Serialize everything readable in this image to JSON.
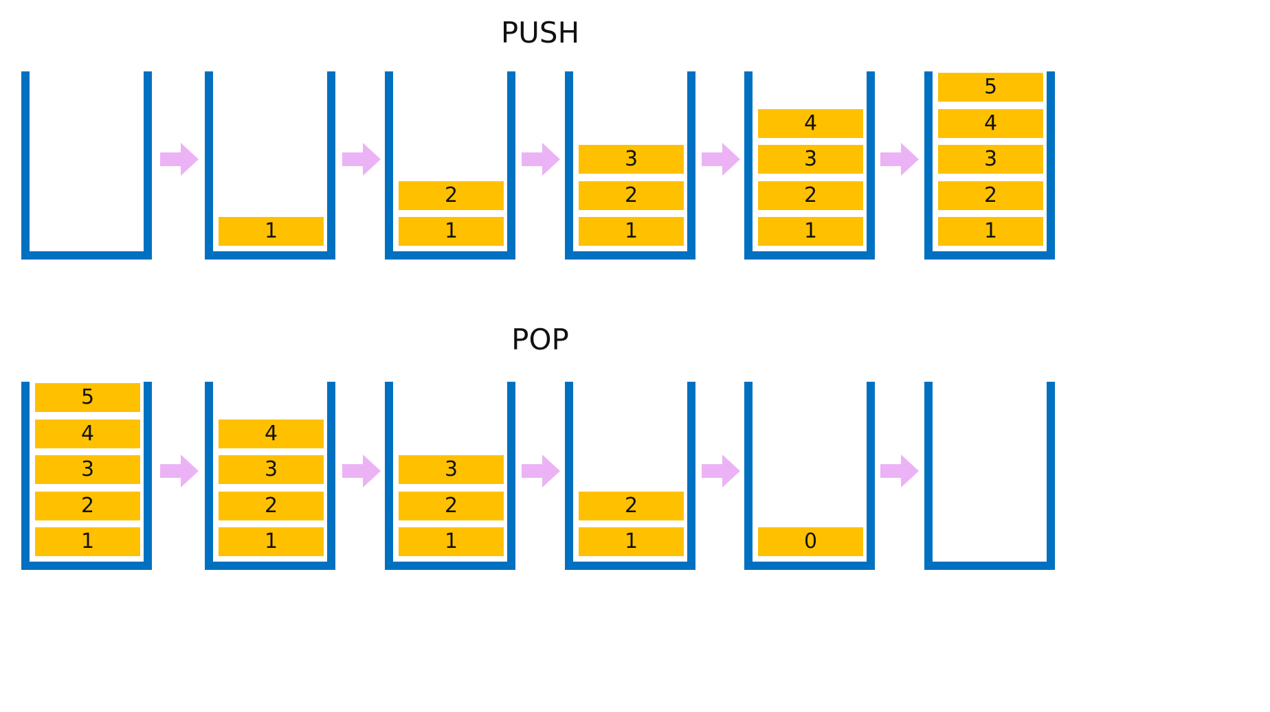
{
  "push": {
    "title": "PUSH",
    "stacks": [
      [],
      [
        "1"
      ],
      [
        "1",
        "2"
      ],
      [
        "1",
        "2",
        "3"
      ],
      [
        "1",
        "2",
        "3",
        "4"
      ],
      [
        "1",
        "2",
        "3",
        "4",
        "5"
      ]
    ]
  },
  "pop": {
    "title": "POP",
    "stacks": [
      [
        "1",
        "2",
        "3",
        "4",
        "5"
      ],
      [
        "1",
        "2",
        "3",
        "4"
      ],
      [
        "1",
        "2",
        "3"
      ],
      [
        "1",
        "2"
      ],
      [
        "0"
      ],
      []
    ]
  },
  "colors": {
    "stack_border": "#0070C0",
    "item_fill": "#FFC000",
    "arrow_fill": "#EBB3F5",
    "text": "#111111"
  }
}
